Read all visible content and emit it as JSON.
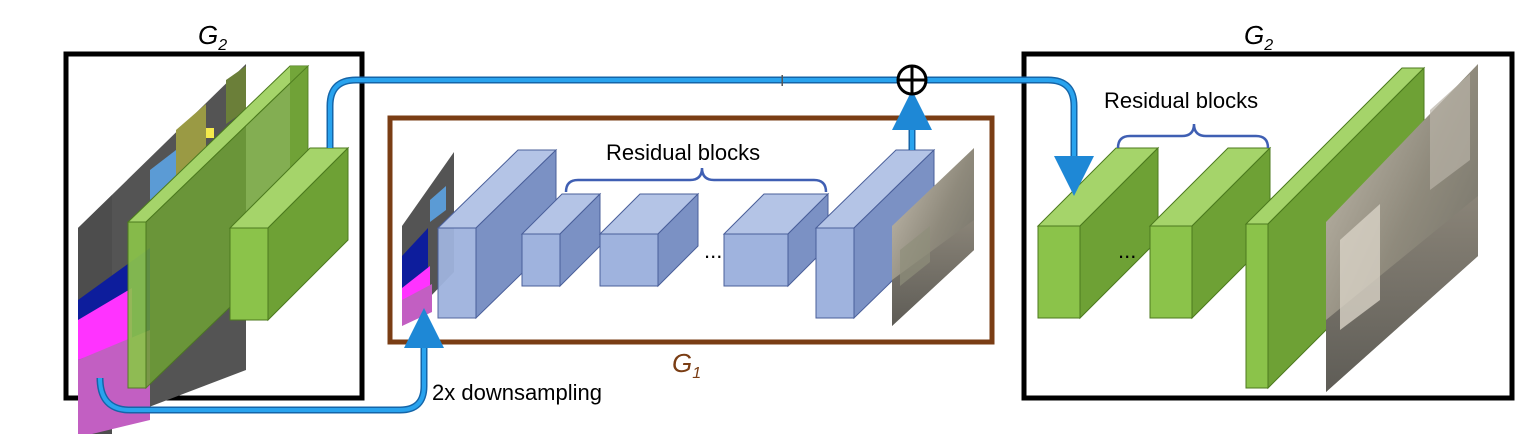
{
  "labels": {
    "g2_left": "G",
    "g2_left_sub": "2",
    "g2_right": "G",
    "g2_right_sub": "2",
    "g1": "G",
    "g1_sub": "1",
    "residual_blocks_center": "Residual blocks",
    "residual_blocks_right": "Residual blocks",
    "downsampling": "2x downsampling",
    "ellipsis_center": "...",
    "ellipsis_right": "...",
    "sum_symbol": "⊕",
    "cursor": "I"
  },
  "colors": {
    "green_front": "#8bc34a",
    "green_side": "#6ea135",
    "blue_front": "#9fb3de",
    "blue_side": "#7b91c4",
    "arrow": "#1e88d6",
    "g1_frame": "#7a3d14",
    "g2_frame": "#000000"
  }
}
